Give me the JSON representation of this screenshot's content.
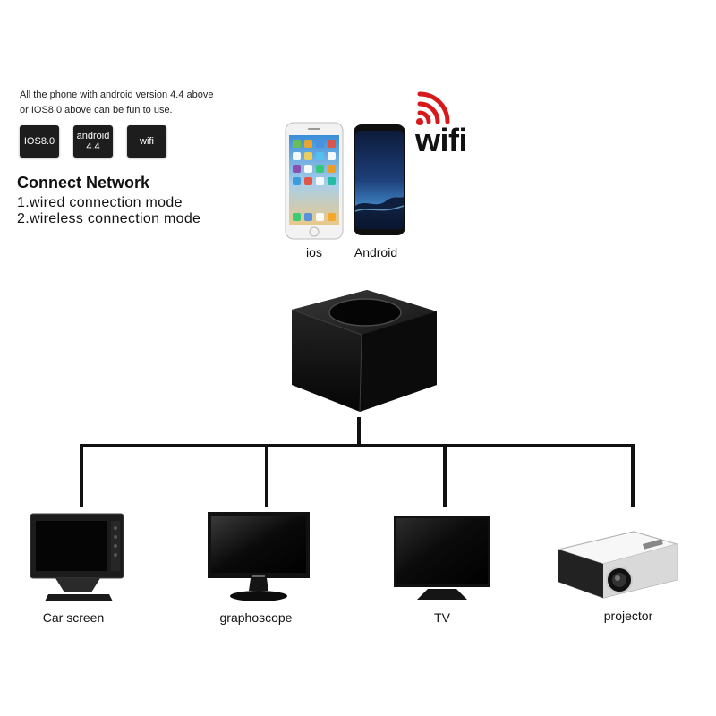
{
  "requirements": {
    "line1": "All the phone with android version 4.4 above",
    "line2": "or IOS8.0 above can be fun to use."
  },
  "badges": {
    "ios": "IOS8.0",
    "android_line1": "android",
    "android_line2": "4.4",
    "wifi": "wifi"
  },
  "connect": {
    "title": "Connect Network",
    "mode1": "1.wired connection mode",
    "mode2": "2.wireless connection mode"
  },
  "phones": {
    "ios_label": "ios",
    "android_label": "Android"
  },
  "wifi_logo": {
    "text": "wifi",
    "signal_color": "#d7191c"
  },
  "devices": {
    "car_screen": "Car screen",
    "graphoscope": "graphoscope",
    "tv": "TV",
    "projector": "projector"
  },
  "colors": {
    "line": "#111111",
    "device_dark": "#141414"
  }
}
